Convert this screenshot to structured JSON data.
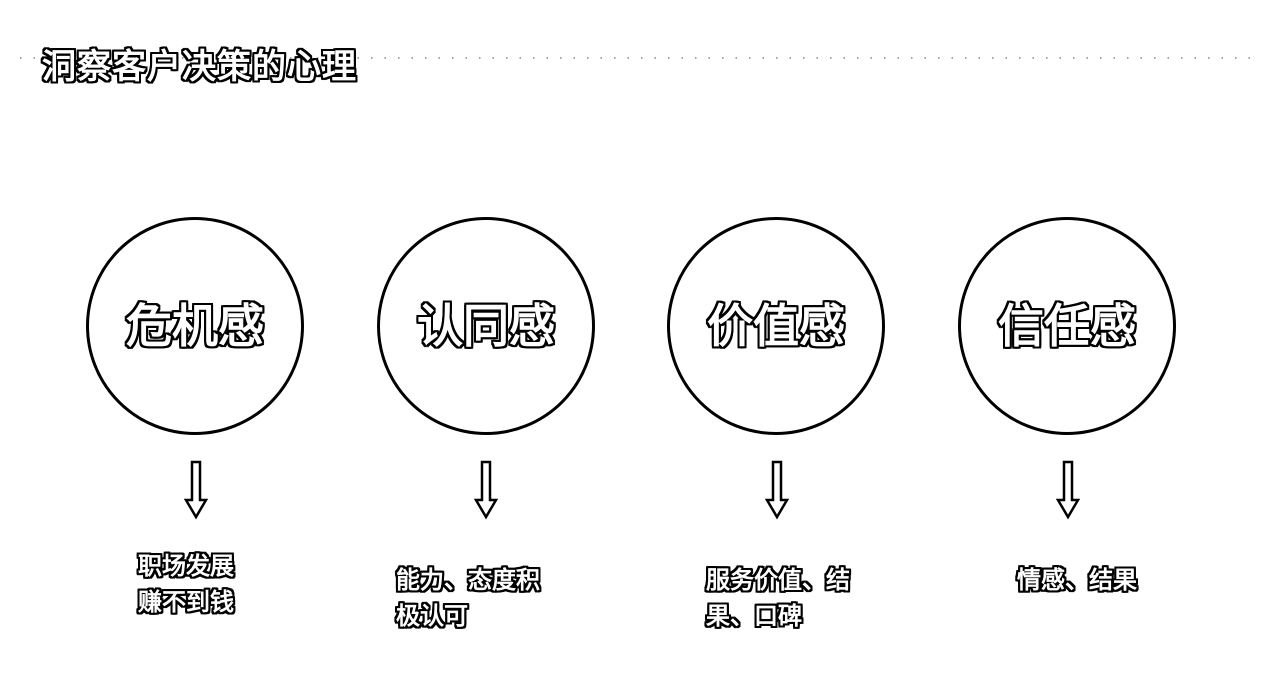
{
  "title": "洞察客户决策的心理",
  "items": [
    {
      "label": "危机感",
      "desc_lines": [
        "职场发展",
        "赚不到钱"
      ]
    },
    {
      "label": "认同感",
      "desc_lines": [
        "能力、态度积",
        "极认可"
      ]
    },
    {
      "label": "价值感",
      "desc_lines": [
        "服务价值、结",
        "果、口碑"
      ]
    },
    {
      "label": "信任感",
      "desc_lines": [
        "情感、结果"
      ]
    }
  ],
  "colors": {
    "background": "#ffffff",
    "stroke": "#000000",
    "text_fill": "#ffffff"
  }
}
